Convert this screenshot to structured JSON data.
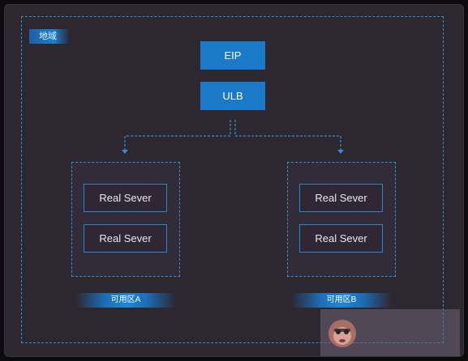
{
  "region": {
    "label": "地域"
  },
  "top_nodes": {
    "eip": "EIP",
    "ulb": "ULB"
  },
  "zones": [
    {
      "label": "可用区A",
      "servers": [
        "Real  Sever",
        "Real  Sever"
      ]
    },
    {
      "label": "可用区B",
      "servers": [
        "Real  Sever",
        "Real  Sever"
      ]
    }
  ],
  "colors": {
    "background": "#2d2730",
    "accent_blue": "#1a79c8",
    "dashed_border": "#2f8fd8"
  },
  "icons": {
    "watermark": "monkey-face-icon"
  }
}
